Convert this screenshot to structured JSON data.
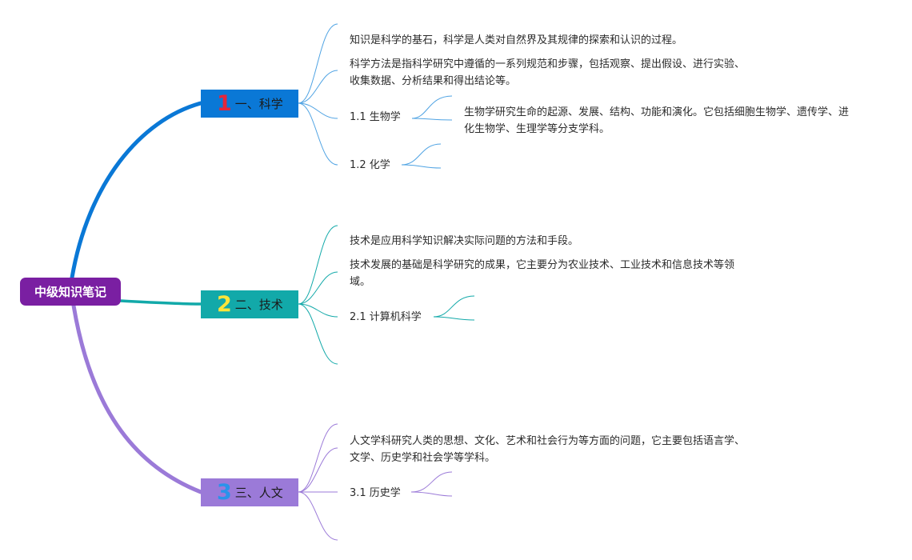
{
  "mindmap": {
    "root": {
      "label": "中级知识笔记"
    },
    "branches": [
      {
        "number": "1",
        "label": "一、科学",
        "notes": [
          "知识是科学的基石，科学是人类对自然界及其规律的探索和认识的过程。",
          "科学方法是指科学研究中遵循的一系列规范和步骤，包括观察、提出假设、进行实验、收集数据、分析结果和得出结论等。"
        ],
        "subtopics": [
          {
            "label": "1.1 生物学",
            "note": "生物学研究生命的起源、发展、结构、功能和演化。它包括细胞生物学、遗传学、进化生物学、生理学等分支学科。"
          },
          {
            "label": "1.2 化学",
            "note": ""
          }
        ]
      },
      {
        "number": "2",
        "label": "二、技术",
        "notes": [
          "技术是应用科学知识解决实际问题的方法和手段。",
          "技术发展的基础是科学研究的成果，它主要分为农业技术、工业技术和信息技术等领域。"
        ],
        "subtopics": [
          {
            "label": "2.1 计算机科学",
            "note": ""
          }
        ]
      },
      {
        "number": "3",
        "label": "三、人文",
        "notes": [
          "人文学科研究人类的思想、文化、艺术和社会行为等方面的问题，它主要包括语言学、文学、历史学和社会学等学科。"
        ],
        "subtopics": [
          {
            "label": "3.1 历史学",
            "note": ""
          }
        ]
      }
    ],
    "colors": {
      "root": "#7a1fa2",
      "branch1": "#0a78d6",
      "branch2": "#12a9a9",
      "branch3": "#9b7ad8"
    }
  }
}
